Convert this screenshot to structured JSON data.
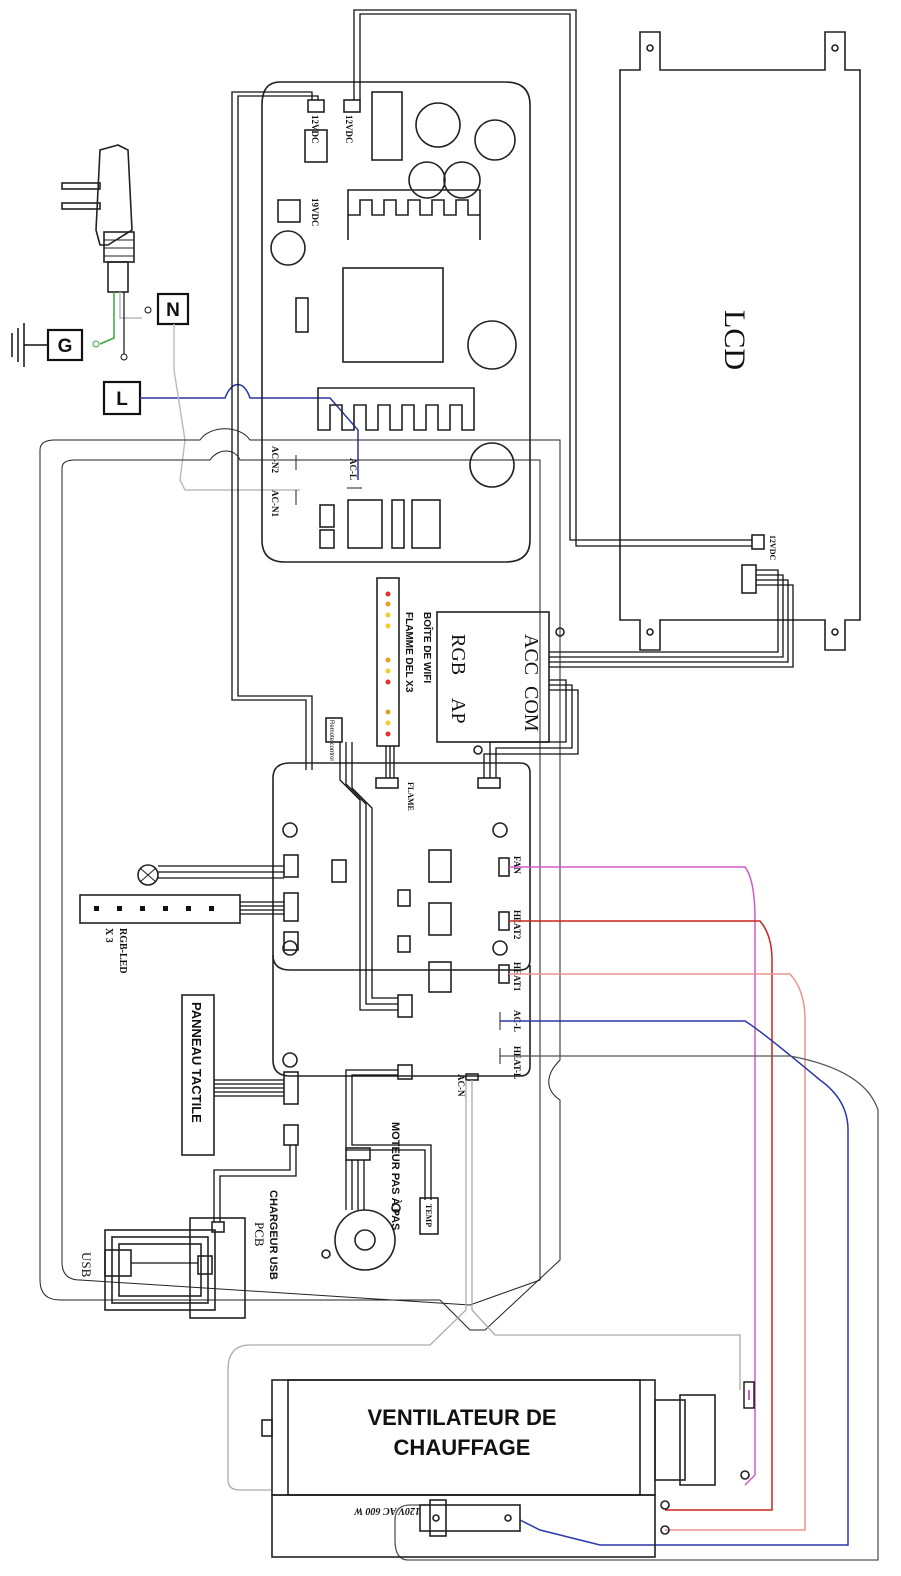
{
  "labels": {
    "neutral": "N",
    "ground": "G",
    "line": "L",
    "lcd": "LCD",
    "lcd_12vdc": "12VDC",
    "psu_12vdc_a": "12VDC",
    "psu_12vdc_b": "12VDC",
    "psu_19vdc": "19VDC",
    "ac_n2": "AC-N2",
    "ac_n1": "AC-N1",
    "ac_l": "AC-L",
    "flame_led": "FLAMME DEL X3",
    "wifi_box": "BOÎTE DE WIFI",
    "rgb": "RGB",
    "acc": "ACC",
    "com": "COM",
    "ap": "AP",
    "remote": "Remote control",
    "flame": "FLAME",
    "fan": "FAN",
    "heat2": "HEAT2",
    "heat1": "HEAT1",
    "acl_main": "AC-L",
    "heat_l": "HEAT-L",
    "ac_n": "AC-N",
    "rgb_led": "RGB-LED",
    "x3": "X 3",
    "touch_panel": "PANNEAU TACTILE",
    "pcb": "PCB",
    "usb": "USB",
    "usb_charger": "CHARGEUR USB",
    "stepper": "MOTEUR PAS À PAS",
    "temp": "TEMP",
    "heater_fan": [
      "VENTILATEUR DE",
      "CHAUFFAGE"
    ],
    "heater_spec": "120V AC 600 W"
  },
  "colors": {
    "ground_wire": "#3aa53a",
    "live_wire": "#2b36a8",
    "neutral_wire": "#bbbbbb",
    "fan_wire": "#d25ad0",
    "heat2_wire": "#c8231e",
    "heat1_wire": "#e8948e",
    "outline": "#222222"
  }
}
